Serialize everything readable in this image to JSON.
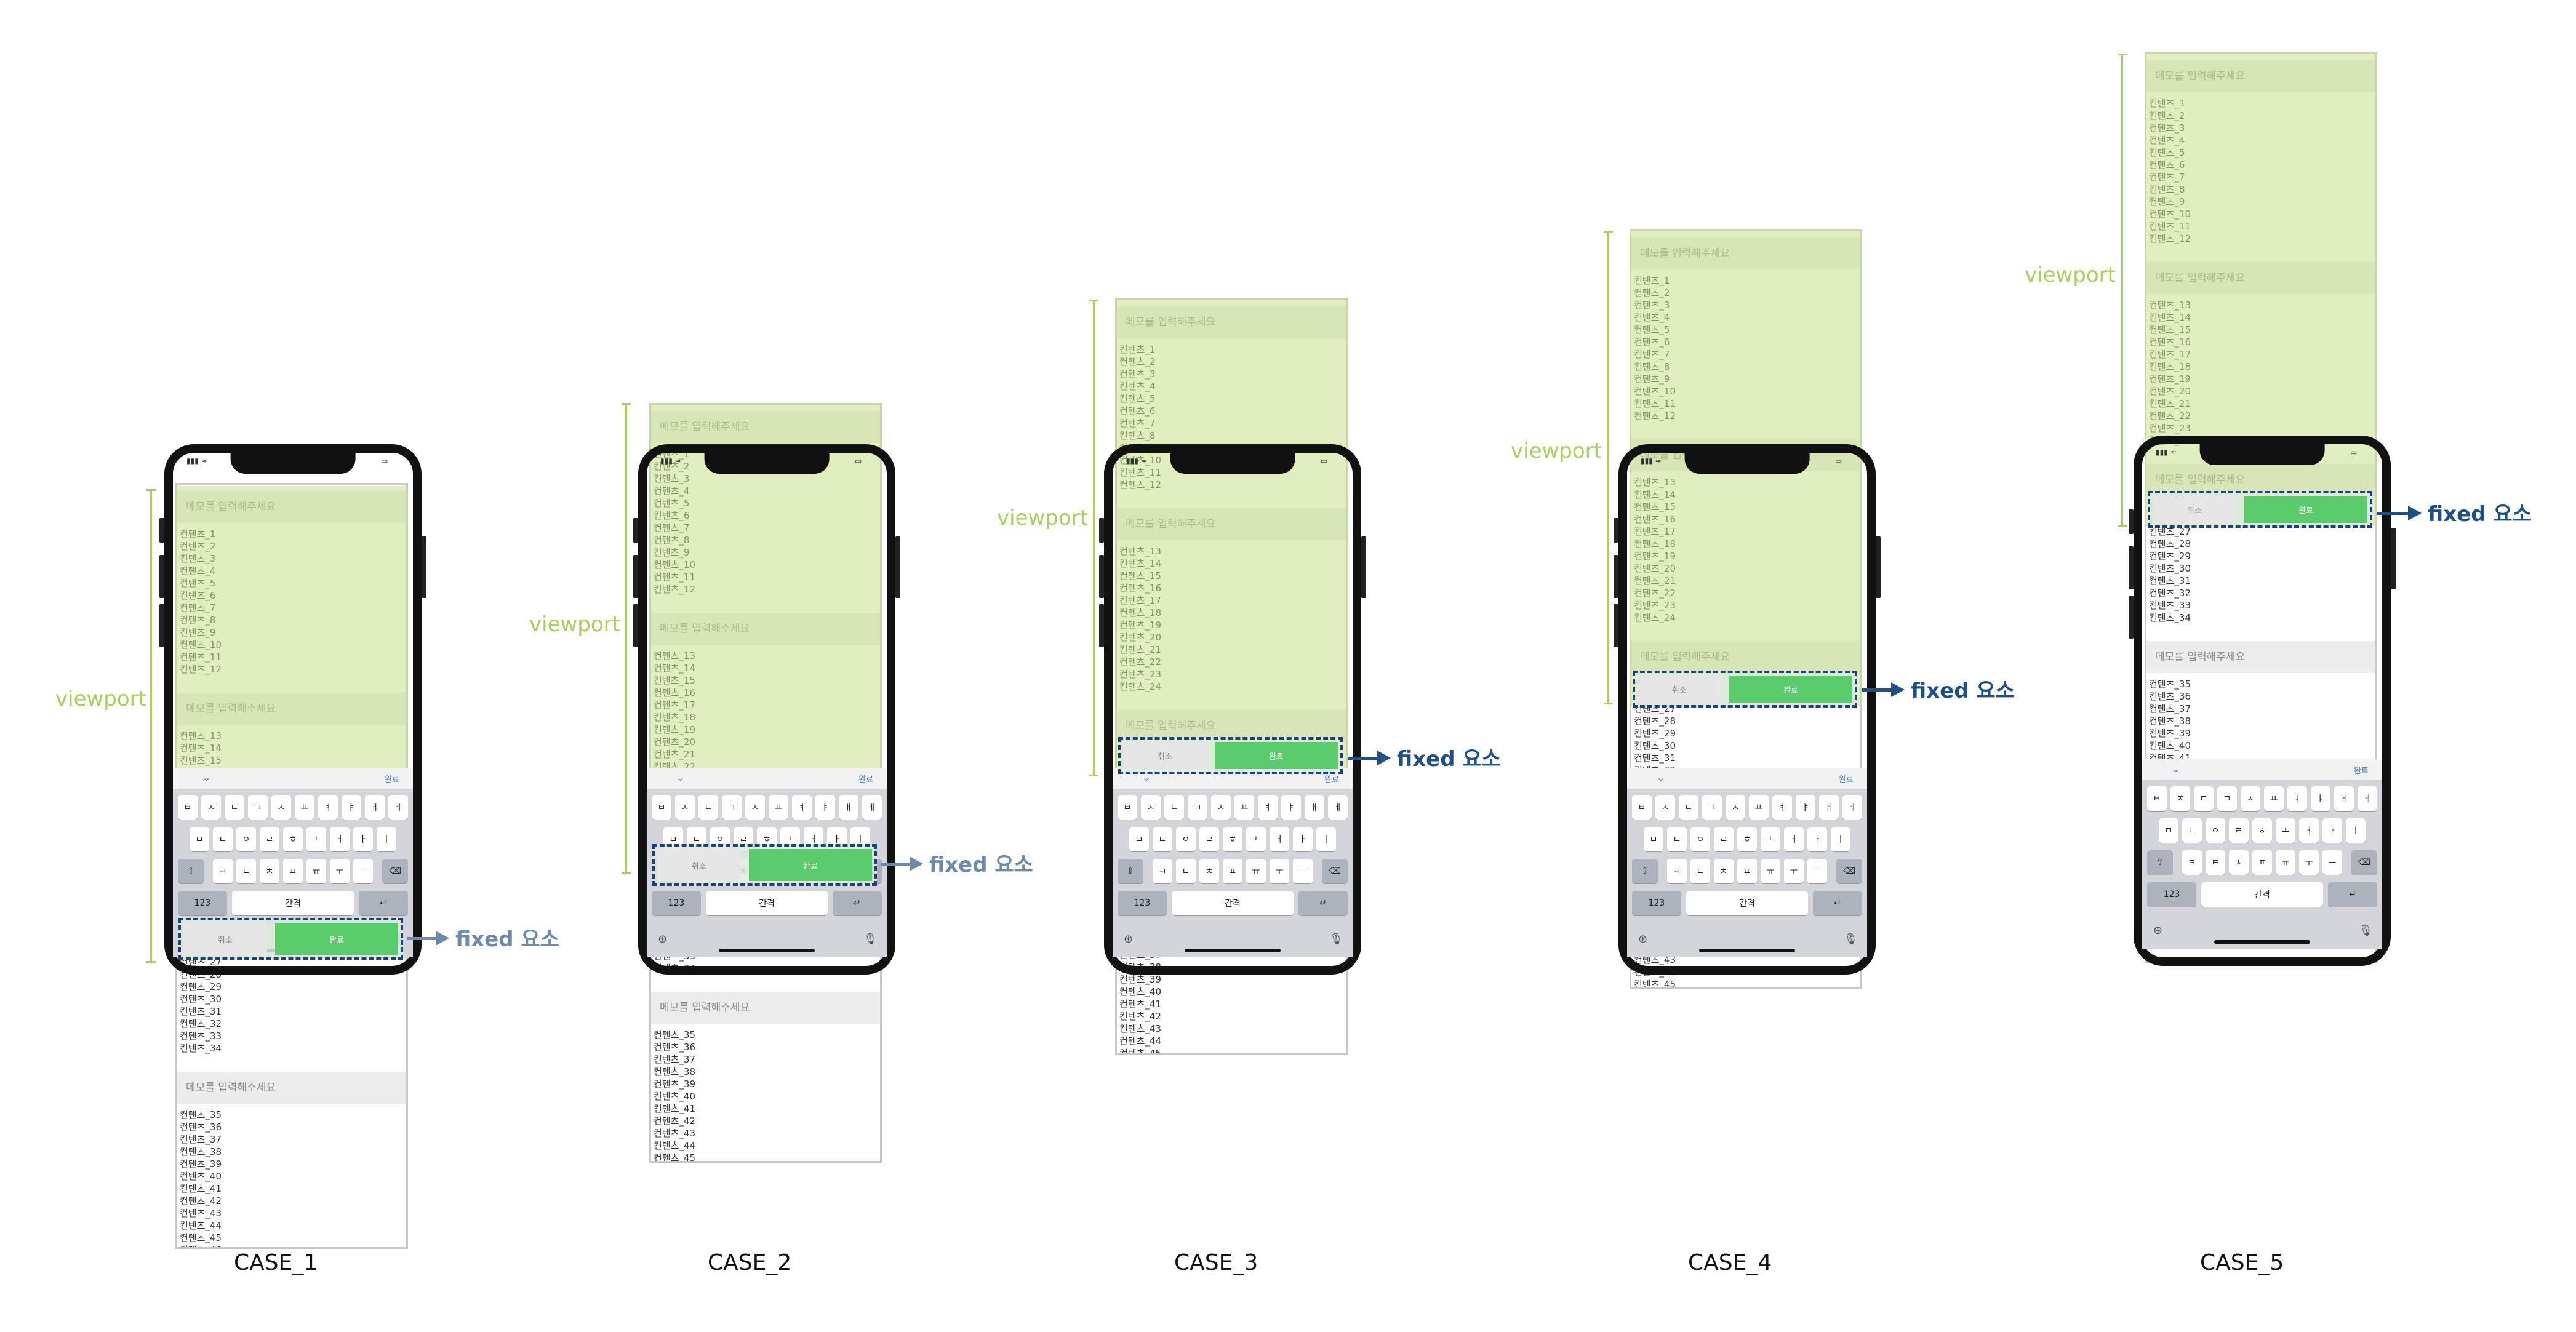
{
  "memo_placeholder": "메모를 입력해주세요",
  "item_prefix": "컨텐츠_",
  "viewport_label": "viewport",
  "fixed_label": "fixed 요소",
  "cancel_label": "취소",
  "done_label": "완료",
  "keyboard": {
    "done": "완료",
    "row1": [
      "ㅂ",
      "ㅈ",
      "ㄷ",
      "ㄱ",
      "ㅅ",
      "ㅛ",
      "ㅕ",
      "ㅑ",
      "ㅐ",
      "ㅔ"
    ],
    "row2": [
      "ㅁ",
      "ㄴ",
      "ㅇ",
      "ㄹ",
      "ㅎ",
      "ㅗ",
      "ㅓ",
      "ㅏ",
      "ㅣ"
    ],
    "row3": [
      "ㅋ",
      "ㅌ",
      "ㅊ",
      "ㅍ",
      "ㅠ",
      "ㅜ",
      "ㅡ"
    ],
    "num": "123",
    "space": "간격"
  },
  "cases": [
    {
      "label": "CASE_1",
      "arrow_color": "#6e8aa8"
    },
    {
      "label": "CASE_2",
      "arrow_color": "#6e8aa8"
    },
    {
      "label": "CASE_3",
      "arrow_color": "#1f4f85"
    },
    {
      "label": "CASE_4",
      "arrow_color": "#1f4f85"
    },
    {
      "label": "CASE_5",
      "arrow_color": "#1f4f85"
    }
  ]
}
